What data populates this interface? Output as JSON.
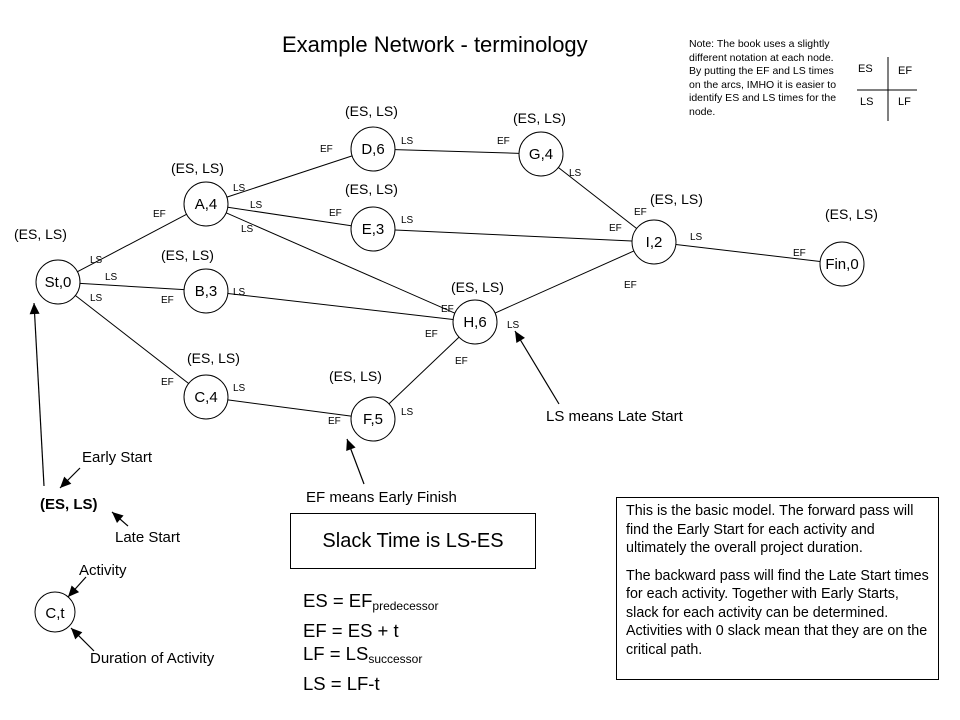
{
  "title": "Example Network - terminology",
  "note": "Note: The book uses a slightly different notation at each node. By putting the EF and LS times on the arcs, IMHO it is easier to identify ES and LS times for the node.",
  "legend_cross": {
    "es": "ES",
    "ef": "EF",
    "ls": "LS",
    "lf": "LF"
  },
  "nodes": [
    {
      "id": "st",
      "label": "St,0",
      "annot": "(ES, LS)"
    },
    {
      "id": "a",
      "label": "A,4",
      "annot": "(ES, LS)"
    },
    {
      "id": "b",
      "label": "B,3",
      "annot": "(ES, LS)"
    },
    {
      "id": "c",
      "label": "C,4",
      "annot": "(ES, LS)"
    },
    {
      "id": "d",
      "label": "D,6",
      "annot": "(ES, LS)"
    },
    {
      "id": "e",
      "label": "E,3",
      "annot": "(ES, LS)"
    },
    {
      "id": "f",
      "label": "F,5",
      "annot": "(ES, LS)"
    },
    {
      "id": "g",
      "label": "G,4",
      "annot": "(ES, LS)"
    },
    {
      "id": "h",
      "label": "H,6",
      "annot": "(ES, LS)"
    },
    {
      "id": "i",
      "label": "I,2",
      "annot": "(ES, LS)"
    },
    {
      "id": "fin",
      "label": "Fin,0",
      "annot": "(ES, LS)"
    }
  ],
  "edges": [
    {
      "from": "st",
      "to": "a",
      "ef": "EF",
      "ls": "LS"
    },
    {
      "from": "st",
      "to": "b",
      "ef": "EF",
      "ls": "LS"
    },
    {
      "from": "st",
      "to": "c",
      "ef": "EF",
      "ls": "LS"
    },
    {
      "from": "a",
      "to": "d",
      "ef": "EF",
      "ls": "LS"
    },
    {
      "from": "a",
      "to": "e",
      "ef": "EF",
      "ls": "LS"
    },
    {
      "from": "a",
      "to": "h",
      "ef": "EF",
      "ls": "LS"
    },
    {
      "from": "b",
      "to": "h",
      "ef": "EF",
      "ls": "LS"
    },
    {
      "from": "c",
      "to": "f",
      "ef": "EF",
      "ls": "LS"
    },
    {
      "from": "d",
      "to": "g",
      "ef": "EF",
      "ls": "LS"
    },
    {
      "from": "e",
      "to": "i",
      "ef": "EF",
      "ls": "LS"
    },
    {
      "from": "g",
      "to": "i",
      "ef": "EF",
      "ls": "LS"
    },
    {
      "from": "f",
      "to": "h",
      "ef": "EF",
      "ls": "LS"
    },
    {
      "from": "h",
      "to": "i",
      "ef": "EF",
      "ls": "LS"
    },
    {
      "from": "i",
      "to": "fin",
      "ef": "EF",
      "ls": "LS"
    }
  ],
  "callouts": {
    "ls_means": "LS means Late Start",
    "ef_means": "EF means Early Finish"
  },
  "legend": {
    "early_start": "Early Start",
    "es_ls": "(ES, LS)",
    "late_start": "Late Start",
    "activity": "Activity",
    "node_label": "C,t",
    "duration": "Duration of Activity"
  },
  "slack": "Slack Time is LS-ES",
  "formulas": {
    "f1_main": "ES = EF",
    "f1_sub": "predecessor",
    "f2": "EF = ES + t",
    "f3_main": "LF = LS",
    "f3_sub": "successor",
    "f4": "LS = LF-t"
  },
  "basic_model": {
    "p1": "This is the basic model. The forward pass will find the Early Start for each activity and ultimately the overall project duration.",
    "p2": "The backward pass will find the Late Start times for each activity. Together with Early Starts, slack for each activity can be determined. Activities with 0 slack mean that they are on the critical path."
  }
}
